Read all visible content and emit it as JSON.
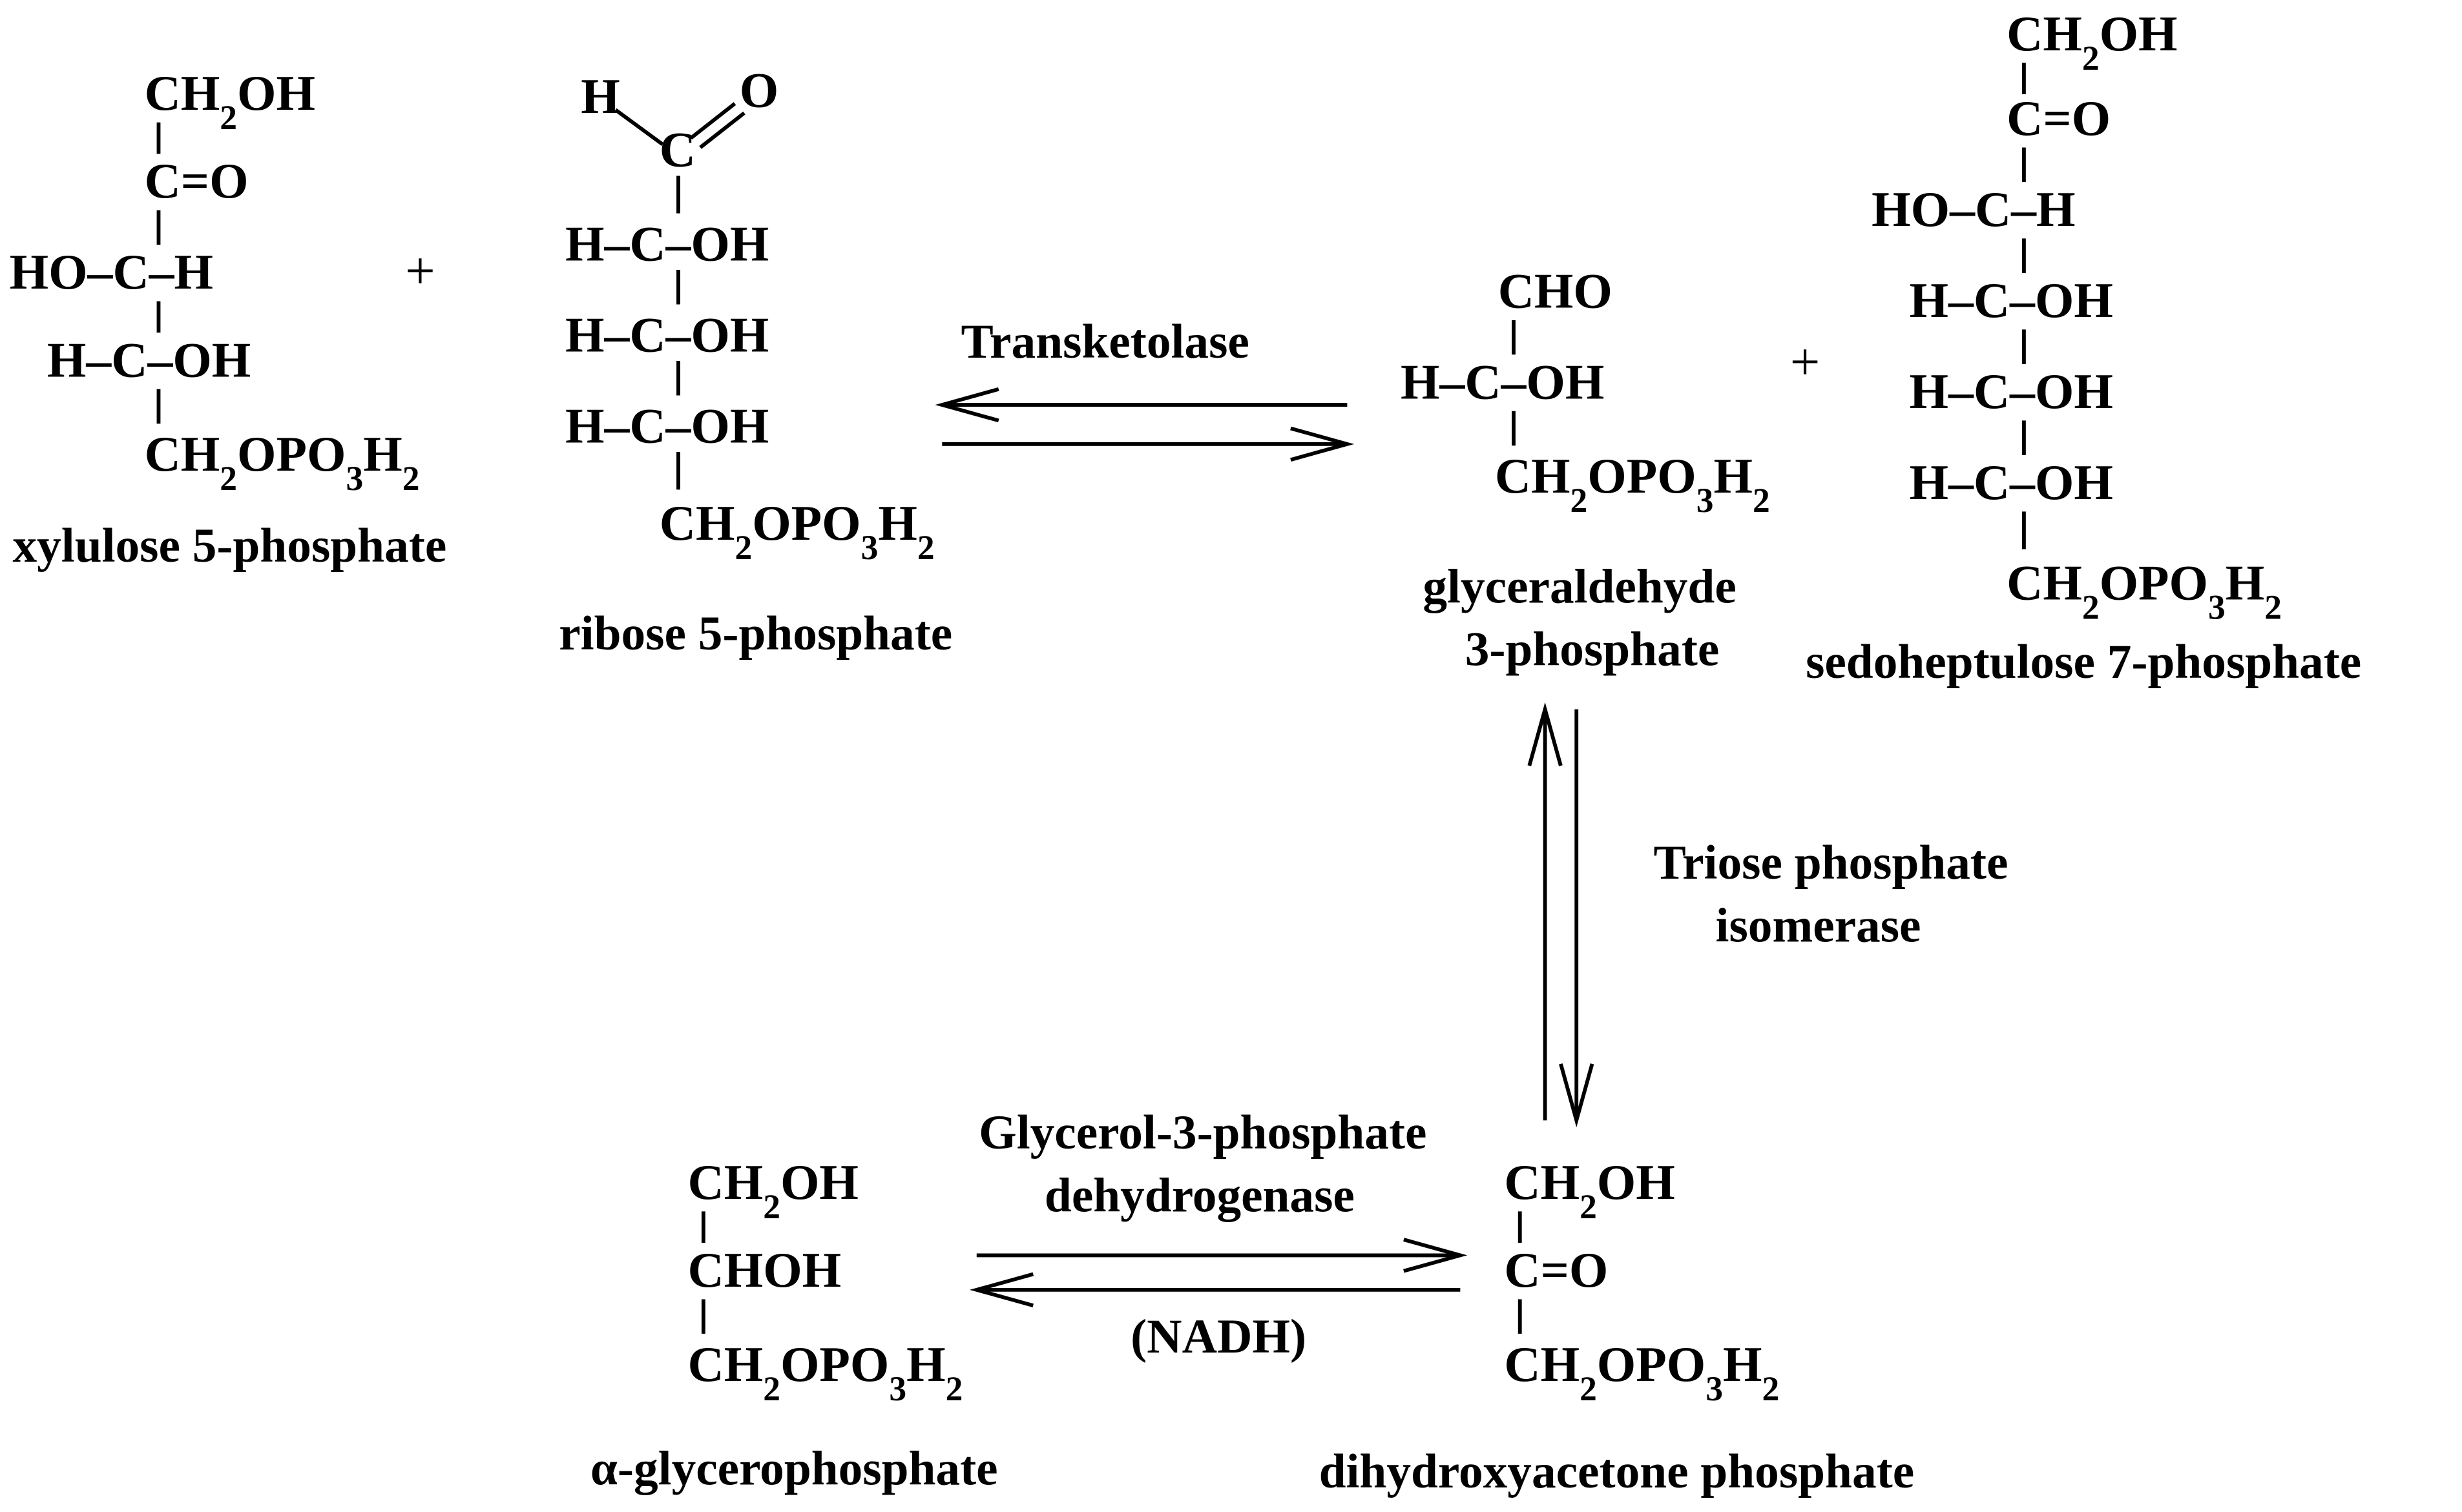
{
  "colors": {
    "ink": "#000000",
    "background": "#ffffff"
  },
  "symbols": {
    "plus": "+"
  },
  "xylulose": {
    "lines": [
      "CH2OH",
      "C=O",
      "HO–C–H",
      "H–C–OH",
      "CH2OPO3H2"
    ],
    "name": "xylulose 5-phosphate"
  },
  "ribose": {
    "lines": [
      "H",
      "O",
      "C",
      "H–C–OH",
      "H–C–OH",
      "H–C–OH",
      "CH2OPO3H2"
    ],
    "name": "ribose 5-phosphate"
  },
  "glyceraldehyde": {
    "lines": [
      "CHO",
      "H–C–OH",
      "CH2OPO3H2"
    ],
    "name_line1": "glyceraldehyde",
    "name_line2": "3-phosphate"
  },
  "sedoheptulose": {
    "lines": [
      "CH2OH",
      "C=O",
      "HO–C–H",
      "H–C–OH",
      "H–C–OH",
      "H–C–OH",
      "CH2OPO3H2"
    ],
    "name": "sedoheptulose 7-phosphate"
  },
  "enzymes": {
    "transketolase": "Transketolase",
    "tpi_line1": "Triose phosphate",
    "tpi_line2": "isomerase",
    "g3pdh_line1": "Glycerol-3-phosphate",
    "g3pdh_line2": "dehydrogenase",
    "cofactor": "(NADH)"
  },
  "glycerophosphate": {
    "lines": [
      "CH2OH",
      "CHOH",
      "CH2OPO3H2"
    ],
    "name": "α-glycerophosphate"
  },
  "dhap": {
    "lines": [
      "CH2OH",
      "C=O",
      "CH2OPO3H2"
    ],
    "name": "dihydroxyacetone phosphate"
  }
}
